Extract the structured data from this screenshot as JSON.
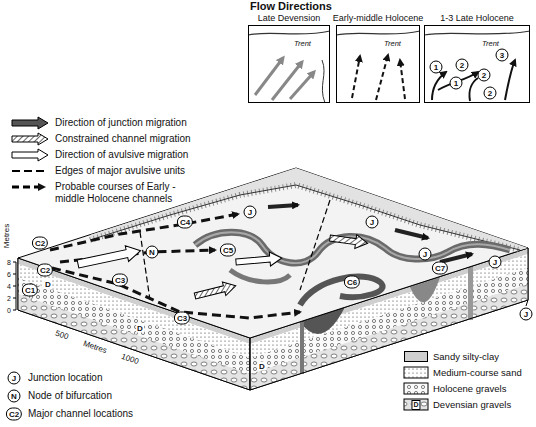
{
  "diagram": {
    "title": "Flow Directions",
    "nodes": [
      {
        "text": [
          "Late Devension",
          "Trent"
        ]
      },
      {
        "text": [
          "Early-middle Holocene",
          "Trent"
        ]
      },
      {
        "text": [
          "1-3 Late Holocene",
          "Trent"
        ]
      }
    ],
    "labels": [
      "1",
      "2",
      "3",
      "1",
      "2",
      "2",
      "Metres",
      "8",
      "6",
      "4",
      "2",
      "0",
      "500",
      "Metres",
      "1000",
      "C1",
      "C2",
      "C2",
      "C3",
      "C3",
      "C4",
      "C5",
      "C6",
      "C7",
      "J",
      "J",
      "J",
      "J",
      "J",
      "N",
      "D",
      "D",
      "D",
      "J",
      "N",
      "C2",
      "D"
    ],
    "legend": [
      {
        "text": "Direction of junction migration"
      },
      {
        "text": "Constrained channel migration"
      },
      {
        "text": "Direction of avulsive migration"
      },
      {
        "text": "Edges of major avulsive units"
      },
      {
        "text": "Probable courses of Early - middle Holocene channels"
      },
      {
        "text": "Junction location"
      },
      {
        "text": "Node of bifurcation"
      },
      {
        "text": "Major channel locations"
      },
      {
        "text": "Sandy silty-clay",
        "color": "#cfcfcf"
      },
      {
        "text": "Medium-course sand"
      },
      {
        "text": "Holocene gravels"
      },
      {
        "text": "Devensian gravels"
      }
    ]
  }
}
